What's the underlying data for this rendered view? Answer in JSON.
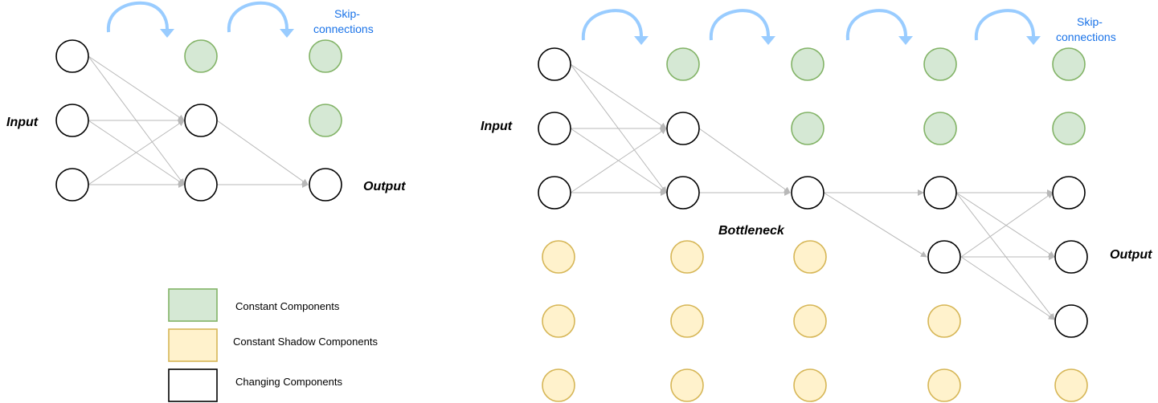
{
  "left_diagram": {
    "input_label": "Input",
    "output_label": "Output",
    "skip_label_line1": "Skip-",
    "skip_label_line2": "connections"
  },
  "right_diagram": {
    "input_label": "Input",
    "output_label": "Output",
    "bottleneck_label": "Bottleneck",
    "skip_label_line1": "Skip-",
    "skip_label_line2": "connections"
  },
  "legend": {
    "items": [
      {
        "label": "Constant  Components",
        "kind": "constant"
      },
      {
        "label": "Constant  Shadow Components",
        "kind": "shadow"
      },
      {
        "label": "Changing Components",
        "kind": "changing"
      }
    ]
  },
  "colors": {
    "constant_fill": "#d5e8d4",
    "constant_stroke": "#82b366",
    "shadow_fill": "#fff2cc",
    "shadow_stroke": "#d6b656",
    "changing_fill": "#ffffff",
    "changing_stroke": "#000000",
    "skip_arrow": "#99ccff",
    "skip_text": "#1a73e8",
    "edge": "#b8b8b8"
  }
}
